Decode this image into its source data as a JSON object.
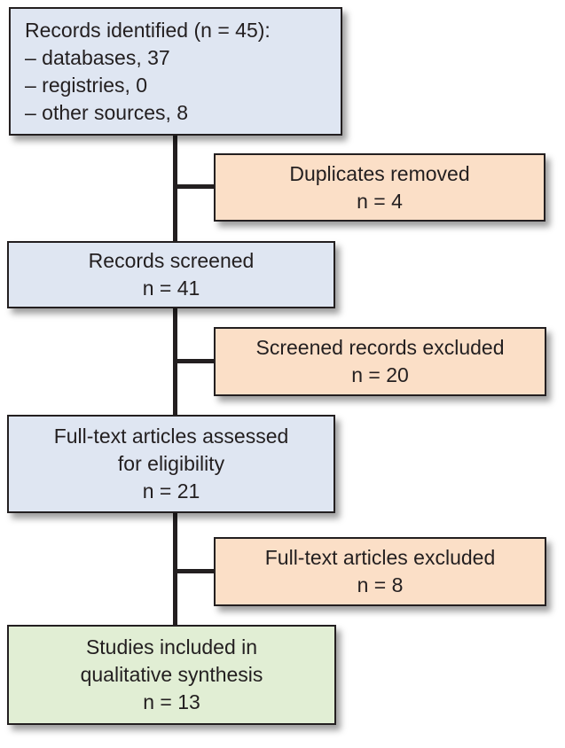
{
  "diagram": {
    "kind": "study-selection-flowchart",
    "colors": {
      "box-blue": "#dfe6f2",
      "box-peach": "#fbdfc7",
      "box-green": "#e1eed4",
      "border": "#231f20",
      "connector": "#231f20",
      "background": "#ffffff",
      "text": "#231f20"
    },
    "boxes": [
      {
        "name": "records-identified",
        "fill": "blue",
        "n": 45,
        "lines": [
          "Records identified (n = 45):",
          "– databases, 37",
          "– registries, 0",
          "– other sources, 8"
        ]
      },
      {
        "name": "duplicates-removed",
        "fill": "peach",
        "n": 4,
        "lines": [
          "Duplicates removed",
          "n = 4"
        ]
      },
      {
        "name": "records-screened",
        "fill": "blue",
        "n": 41,
        "lines": [
          "Records screened",
          "n = 41"
        ]
      },
      {
        "name": "screened-records-excluded",
        "fill": "peach",
        "n": 20,
        "lines": [
          "Screened records excluded",
          "n = 20"
        ]
      },
      {
        "name": "full-text-articles-assessed",
        "fill": "blue",
        "n": 21,
        "lines": [
          "Full-text articles assessed",
          "for eligibility",
          "n = 21"
        ]
      },
      {
        "name": "full-text-articles-excluded",
        "fill": "peach",
        "n": 8,
        "lines": [
          "Full-text articles excluded",
          "n = 8"
        ]
      },
      {
        "name": "studies-included",
        "fill": "green",
        "n": 13,
        "lines": [
          "Studies included in",
          "qualitative synthesis",
          "n = 13"
        ]
      }
    ],
    "flow": [
      {
        "from": "records-identified",
        "to": "records-screened"
      },
      {
        "from": "records-identified",
        "to": "duplicates-removed",
        "branch": true
      },
      {
        "from": "records-screened",
        "to": "full-text-articles-assessed"
      },
      {
        "from": "records-screened",
        "to": "screened-records-excluded",
        "branch": true
      },
      {
        "from": "full-text-articles-assessed",
        "to": "studies-included"
      },
      {
        "from": "full-text-articles-assessed",
        "to": "full-text-articles-excluded",
        "branch": true
      }
    ]
  }
}
